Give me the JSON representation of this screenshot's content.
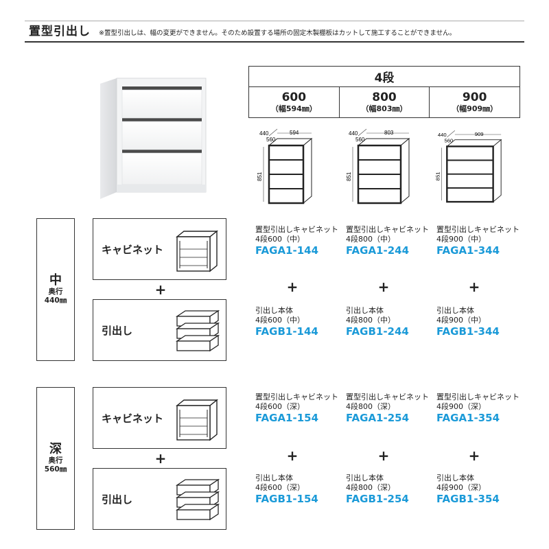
{
  "header": {
    "title": "置型引出し",
    "note": "※置型引出しは、幅の変更ができません。そのため設置する場所の固定木製棚板はカットして施工することができません。"
  },
  "size_table": {
    "tier": "4段",
    "widths": [
      {
        "value": "600",
        "sub": "（幅594㎜）"
      },
      {
        "value": "800",
        "sub": "（幅803㎜）"
      },
      {
        "value": "900",
        "sub": "（幅909㎜）"
      }
    ]
  },
  "dimensions": [
    {
      "depth1": "440",
      "depth2": "560",
      "width": "594",
      "height": "851"
    },
    {
      "depth1": "440",
      "depth2": "560",
      "width": "803",
      "height": "851"
    },
    {
      "depth1": "440",
      "depth2": "560",
      "width": "909",
      "height": "851"
    }
  ],
  "depth_groups": [
    {
      "label": "中",
      "sub_line1": "奥行",
      "sub_line2": "440㎜",
      "components": {
        "cabinet": "キャビネット",
        "drawer": "引出し"
      },
      "plus": "+",
      "products": [
        {
          "cab_name": "置型引出しキャビネット",
          "cab_spec": "4段600（中）",
          "cab_code": "FAGA1-144",
          "plus": "+",
          "drw_name": "引出し本体",
          "drw_spec": "4段600（中）",
          "drw_code": "FAGB1-144"
        },
        {
          "cab_name": "置型引出しキャビネット",
          "cab_spec": "4段800（中）",
          "cab_code": "FAGA1-244",
          "plus": "+",
          "drw_name": "引出し本体",
          "drw_spec": "4段800（中）",
          "drw_code": "FAGB1-244"
        },
        {
          "cab_name": "置型引出しキャビネット",
          "cab_spec": "4段900（中）",
          "cab_code": "FAGA1-344",
          "plus": "+",
          "drw_name": "引出し本体",
          "drw_spec": "4段900（中）",
          "drw_code": "FAGB1-344"
        }
      ]
    },
    {
      "label": "深",
      "sub_line1": "奥行",
      "sub_line2": "560㎜",
      "components": {
        "cabinet": "キャビネット",
        "drawer": "引出し"
      },
      "plus": "+",
      "products": [
        {
          "cab_name": "置型引出しキャビネット",
          "cab_spec": "4段600（深）",
          "cab_code": "FAGA1-154",
          "plus": "+",
          "drw_name": "引出し本体",
          "drw_spec": "4段600（深）",
          "drw_code": "FAGB1-154"
        },
        {
          "cab_name": "置型引出しキャビネット",
          "cab_spec": "4段800（深）",
          "cab_code": "FAGA1-254",
          "plus": "+",
          "drw_name": "引出し本体",
          "drw_spec": "4段800（深）",
          "drw_code": "FAGB1-254"
        },
        {
          "cab_name": "置型引出しキャビネット",
          "cab_spec": "4段900（深）",
          "cab_code": "FAGA1-354",
          "plus": "+",
          "drw_name": "引出し本体",
          "drw_spec": "4段900（深）",
          "drw_code": "FAGB1-354"
        }
      ]
    }
  ],
  "colors": {
    "code_blue": "#1b9ad8",
    "line": "#333333"
  }
}
